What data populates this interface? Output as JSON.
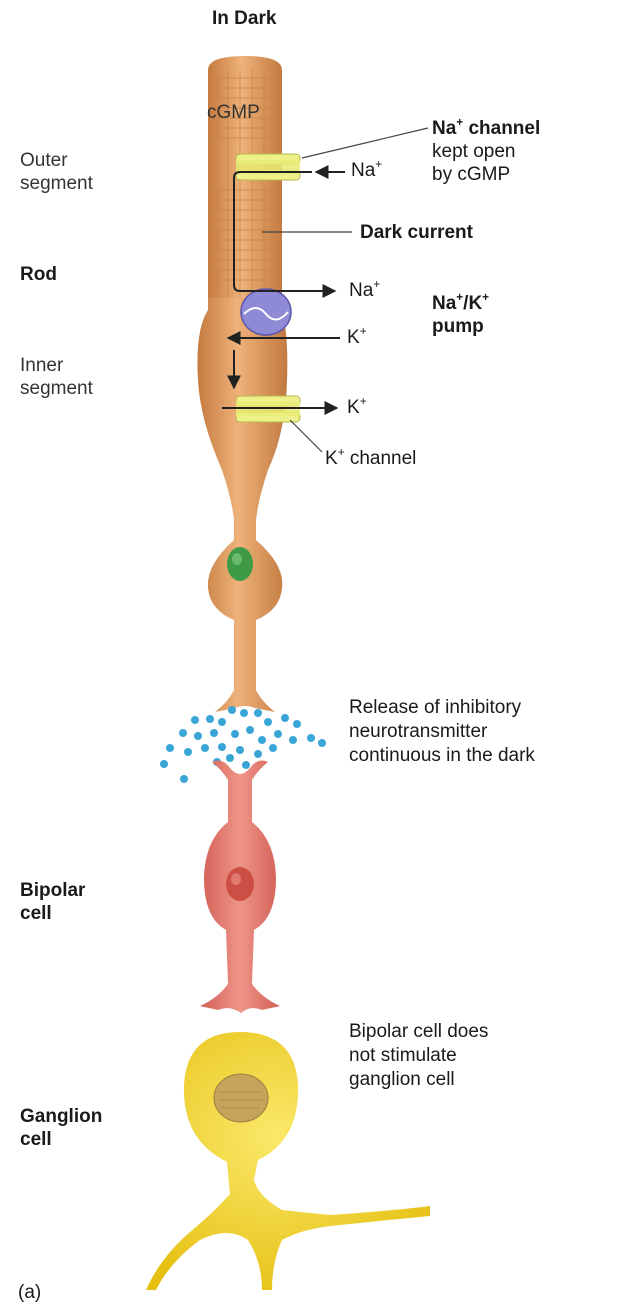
{
  "title": "In Dark",
  "panel_letter": "(a)",
  "left_labels": {
    "outer_segment": [
      "Outer",
      "segment"
    ],
    "rod": "Rod",
    "inner_segment": [
      "Inner",
      "segment"
    ],
    "bipolar_cell": [
      "Bipolar",
      "cell"
    ],
    "ganglion_cell": [
      "Ganglion",
      "cell"
    ]
  },
  "rod_labels": {
    "cgmp": "cGMP",
    "na_channel_title_base": "Na",
    "na_channel_title_sup": "+",
    "na_channel_title_rest": " channel",
    "na_channel_desc": [
      "kept open",
      "by cGMP"
    ],
    "na_in_base": "Na",
    "na_in_sup": "+",
    "dark_current": "Dark current",
    "na_out_base": "Na",
    "na_out_sup": "+",
    "pump_line1_a": "Na",
    "pump_line1_sup1": "+",
    "pump_line1_b": "/K",
    "pump_line1_sup2": "+",
    "pump_line2": "pump",
    "k_in_base": "K",
    "k_in_sup": "+",
    "k_out_base": "K",
    "k_out_sup": "+",
    "k_channel_base": "K",
    "k_channel_sup": "+",
    "k_channel_rest": " channel"
  },
  "synapse_text": [
    "Release of inhibitory",
    "neurotransmitter",
    "continuous in the dark"
  ],
  "bipolar_text": [
    "Bipolar cell does",
    "not stimulate",
    "ganglion cell"
  ],
  "colors": {
    "rod": "#e7a466",
    "rod_dark": "#b86d33",
    "nucleus_rod": "#3f9a45",
    "bipolar": "#e0766b",
    "ganglion": "#f0d22a",
    "channel": "#eef08a",
    "pump": "#8f8ad6",
    "dots": "#3aa6d6"
  }
}
